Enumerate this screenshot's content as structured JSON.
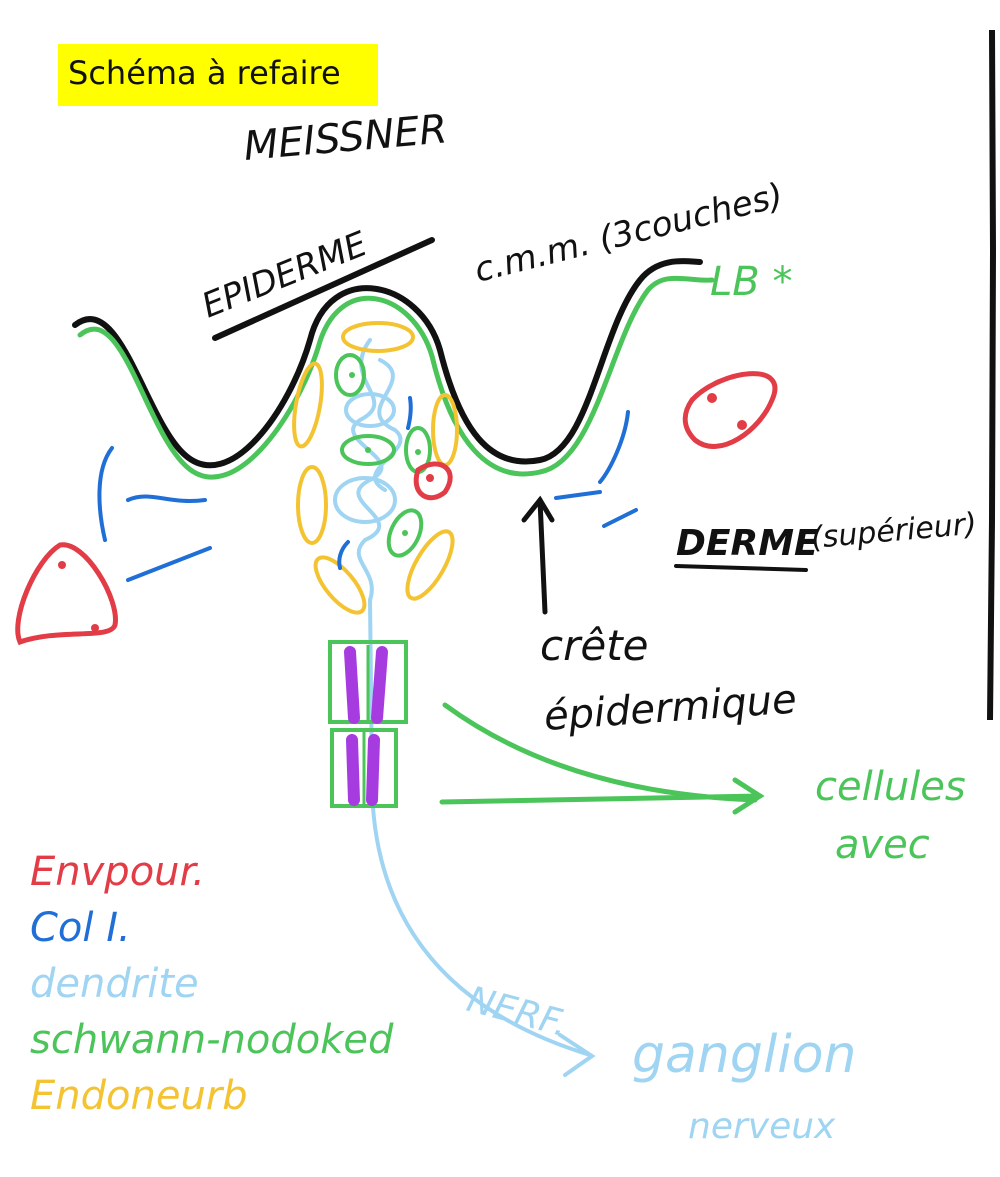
{
  "header_note": "Schéma à refaire",
  "colors": {
    "black": "#111111",
    "green": "#4bc45a",
    "blue": "#1f6fd6",
    "light_blue": "#9fd4f2",
    "red": "#e23c46",
    "yellow": "#f3c331",
    "purple": "#a63ce0",
    "highlight": "#ffff00"
  },
  "labels": {
    "meissner": "MEISSNER",
    "epiderme": "EPIDERME",
    "cmm": "c.m.m. (3couches)",
    "lb": "LB *",
    "derme": "DERME",
    "derme_sup": "(supérieur)",
    "crete_1": "crête",
    "crete_2": "épidermique",
    "cellules_1": "cellules",
    "cellules_2": "avec",
    "nerf": "NERF.",
    "ganglion_1": "ganglion",
    "ganglion_2": "nerveux"
  },
  "legend": [
    {
      "text": "Envpour.",
      "color": "#e23c46"
    },
    {
      "text": "Col I.",
      "color": "#1f6fd6"
    },
    {
      "text": "dendrite",
      "color": "#9fd4f2"
    },
    {
      "text": "schwann-nodoked",
      "color": "#4bc45a"
    },
    {
      "text": "Endoneurb",
      "color": "#f3c331"
    }
  ]
}
